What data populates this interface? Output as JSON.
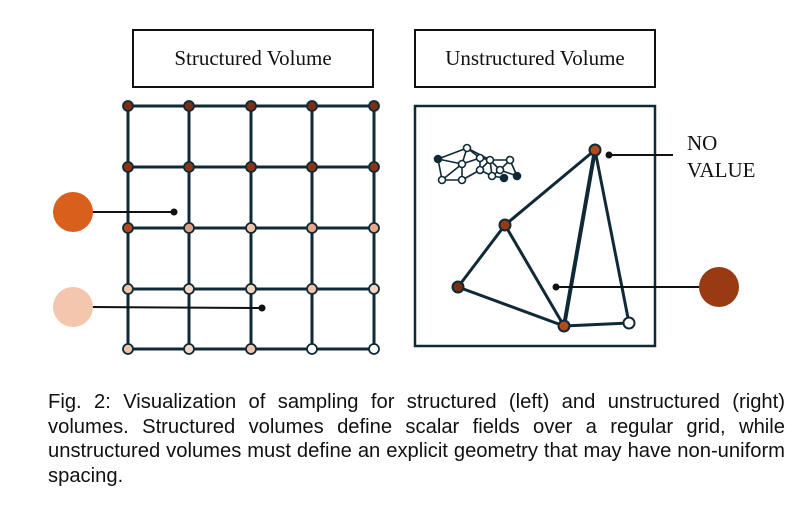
{
  "labels": {
    "structured": "Structured Volume",
    "unstructured": "Unstructured Volume",
    "no_value_line1": "NO",
    "no_value_line2": "VALUE"
  },
  "caption": "Fig. 2: Visualization of sampling for structured (left) and unstructured (right) volumes. Structured volumes define scalar fields over a regular grid, while unstructured volumes must define an explicit geometry that may have non-uniform spacing.",
  "colors": {
    "line": "#0f2a36",
    "dark_brown": "#7a2e12",
    "rust": "#b24a1c",
    "orange": "#d95f1c",
    "peach": "#f0b89a",
    "light_peach": "#f6ccb4",
    "sample_brown": "#9a3a12",
    "white": "#ffffff"
  }
}
